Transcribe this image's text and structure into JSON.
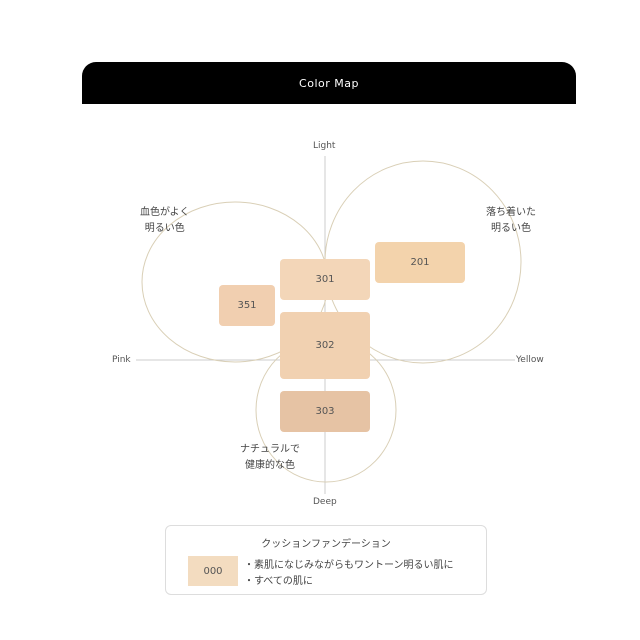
{
  "header": {
    "title": "Color Map"
  },
  "axes": {
    "top": "Light",
    "bottom": "Deep",
    "left": "Pink",
    "right": "Yellow"
  },
  "zones": {
    "pink_light": [
      "血色がよく",
      "明るい色"
    ],
    "yellow_light": [
      "落ち着いた",
      "明るい色"
    ],
    "deep": [
      "ナチュラルで",
      "健康的な色"
    ]
  },
  "shades": [
    {
      "code": "301",
      "color": "#f3d6b8"
    },
    {
      "code": "201",
      "color": "#f3d3ac"
    },
    {
      "code": "351",
      "color": "#f1cfb0"
    },
    {
      "code": "302",
      "color": "#f1d1b1"
    },
    {
      "code": "303",
      "color": "#e6c3a4"
    }
  ],
  "legend": {
    "title": "クッションファンデーション",
    "swatch": {
      "code": "000",
      "color": "#f3dcc0"
    },
    "lines": [
      "・素肌になじみながらもワントーン明るい肌に",
      "・すべての肌に"
    ]
  },
  "colors": {
    "header_bg": "#000000",
    "axis_line": "#cccccc",
    "circle_stroke": "#d9cfb6"
  }
}
